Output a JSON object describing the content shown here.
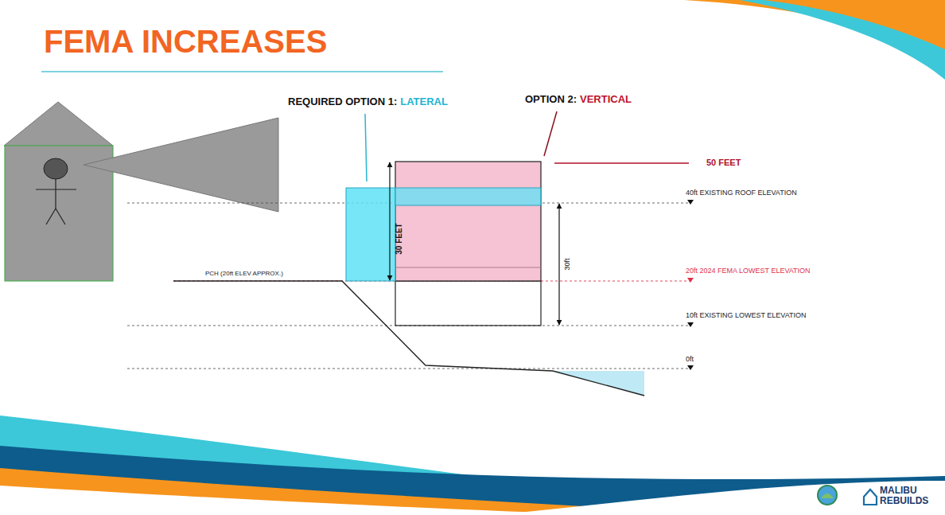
{
  "diagram": {
    "title": "FEMA INCREASES",
    "labels": [
      "REQUIRED OPTION 1:",
      "LATERAL",
      "OPTION 2:",
      "VERTICAL",
      "50 FEET",
      "40ft EXISTING ROOF ELEVATION",
      "30 FEET",
      "30ft",
      "20ft 2024 FEMA LOWEST ELEVATION",
      "PCH (20ft ELEV APPROX.)",
      "10ft EXISTING LOWEST ELEVATION",
      "0ft",
      "MALIBU REBUILDS"
    ]
  }
}
